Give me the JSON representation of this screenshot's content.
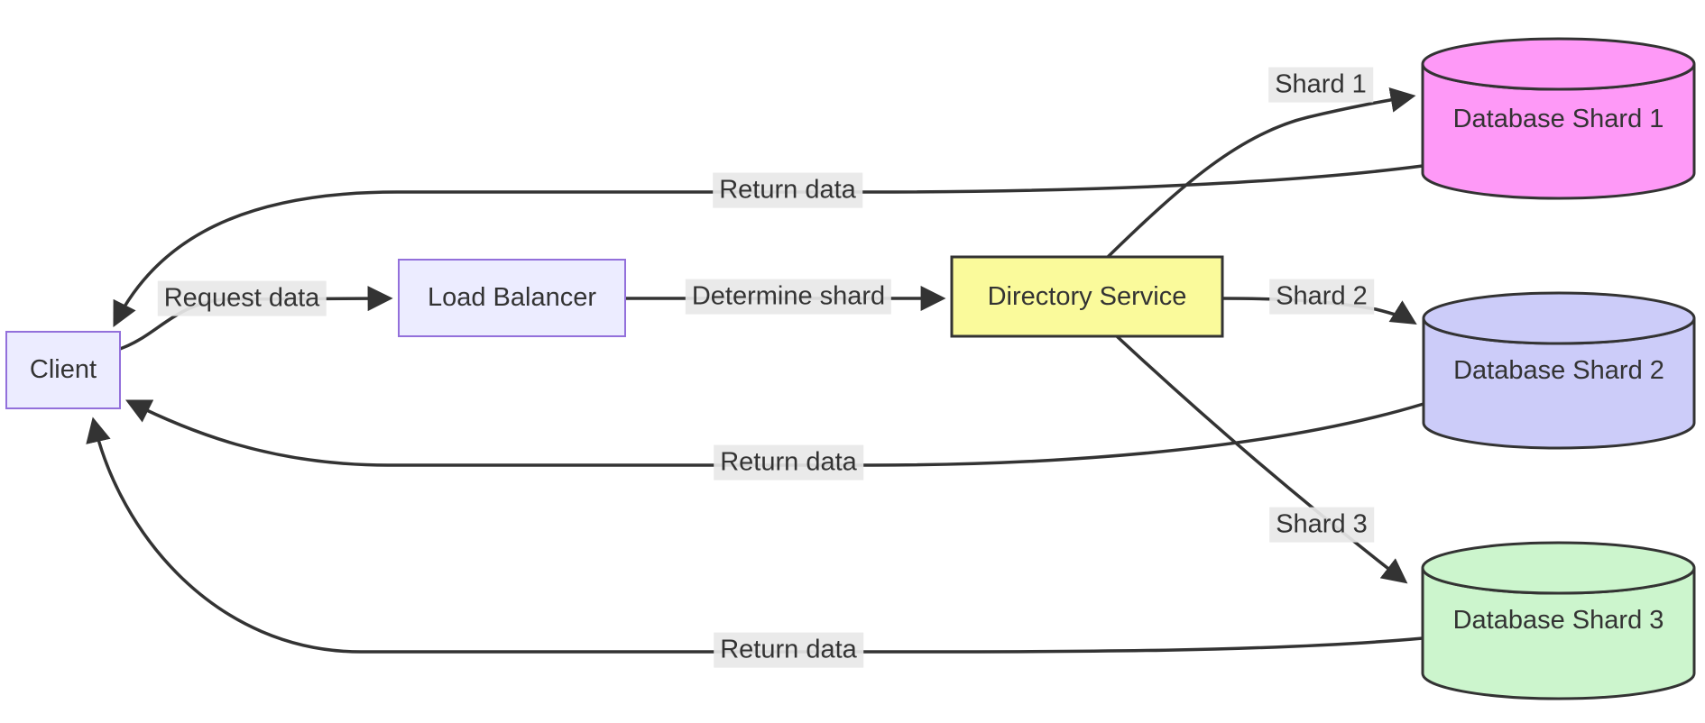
{
  "diagram": {
    "type": "flowchart-LR",
    "nodes": [
      {
        "id": "client",
        "label": "Client",
        "shape": "rectangle",
        "fill": "#ececff",
        "stroke": "#9370db"
      },
      {
        "id": "load-balancer",
        "label": "Load Balancer",
        "shape": "rectangle",
        "fill": "#ececff",
        "stroke": "#9370db"
      },
      {
        "id": "directory-service",
        "label": "Directory Service",
        "shape": "rectangle",
        "fill": "#fafa9b",
        "stroke": "#333333"
      },
      {
        "id": "database-shard-1",
        "label": "Database Shard 1",
        "shape": "cylinder",
        "fill": "#fe99f7",
        "stroke": "#333333"
      },
      {
        "id": "database-shard-2",
        "label": "Database Shard 2",
        "shape": "cylinder",
        "fill": "#ccccf9",
        "stroke": "#333333"
      },
      {
        "id": "database-shard-3",
        "label": "Database Shard 3",
        "shape": "cylinder",
        "fill": "#ccf5cd",
        "stroke": "#333333"
      }
    ],
    "edges": [
      {
        "from": "Client",
        "to": "Load Balancer",
        "label": "Request data"
      },
      {
        "from": "Load Balancer",
        "to": "Directory Service",
        "label": "Determine shard"
      },
      {
        "from": "Directory Service",
        "to": "Database Shard 1",
        "label": "Shard 1"
      },
      {
        "from": "Directory Service",
        "to": "Database Shard 2",
        "label": "Shard 2"
      },
      {
        "from": "Directory Service",
        "to": "Database Shard 3",
        "label": "Shard 3"
      },
      {
        "from": "Database Shard 1",
        "to": "Client",
        "label": "Return data"
      },
      {
        "from": "Database Shard 2",
        "to": "Client",
        "label": "Return data"
      },
      {
        "from": "Database Shard 3",
        "to": "Client",
        "label": "Return data"
      }
    ],
    "colors": {
      "edge": "#333333",
      "text": "#333333",
      "edge_label_background": "#e8e8e8",
      "background": "#ffffff"
    }
  }
}
